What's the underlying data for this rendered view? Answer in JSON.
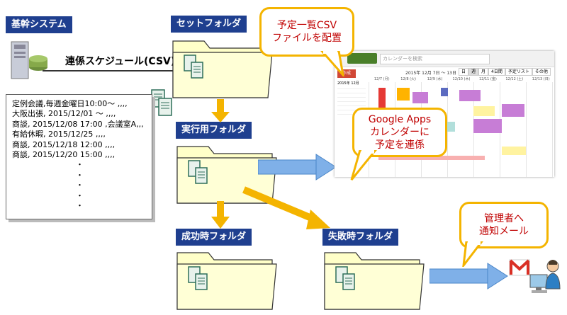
{
  "labels": {
    "kikan_system": "基幹システム",
    "set_folder": "セットフォルダ",
    "exec_folder": "実行用フォルダ",
    "success_folder": "成功時フォルダ",
    "fail_folder": "失敗時フォルダ"
  },
  "csv_label": "連係スケジュール(CSV)",
  "callouts": {
    "place_csv": [
      "予定一覧CSV",
      "ファイルを配置"
    ],
    "google": [
      "Google Apps",
      "カレンダーに",
      "予定を連係"
    ],
    "notify": [
      "管理者へ",
      "通知メール"
    ]
  },
  "csv_lines": [
    "定例会議,毎週金曜日10:00～ ,,,,",
    "大阪出張, 2015/12/01 ～ ,,,,",
    "商談, 2015/12/08 17:00 ,会議室A,,,",
    "有給休暇, 2015/12/25 ,,,,",
    "商談, 2015/12/18 12:00 ,,,,",
    "商談, 2015/12/20 15:00 ,,,,"
  ],
  "csv_ellipsis": [
    "・",
    "・",
    "・",
    "・",
    "・"
  ],
  "calendar": {
    "search_placeholder": "カレンダーを検索",
    "create_button": "作成",
    "date_range": "2015年 12月 7日 ～ 13日",
    "views": [
      "日",
      "週",
      "月",
      "4日間",
      "予定リスト",
      "その他"
    ],
    "days": [
      "12/7 (月)",
      "12/8 (火)",
      "12/9 (水)",
      "12/10 (木)",
      "12/11 (金)",
      "12/12 (土)",
      "12/13 (日)"
    ],
    "mini_month": "2015年 12月"
  },
  "colors": {
    "label_bg": "#1f3f8f",
    "folder_fill": "#ffffc8",
    "callout_border": "#f4b400",
    "callout_text": "#c00000",
    "down_arrow": "#f4b400",
    "side_arrow": "#7fb0e8"
  }
}
